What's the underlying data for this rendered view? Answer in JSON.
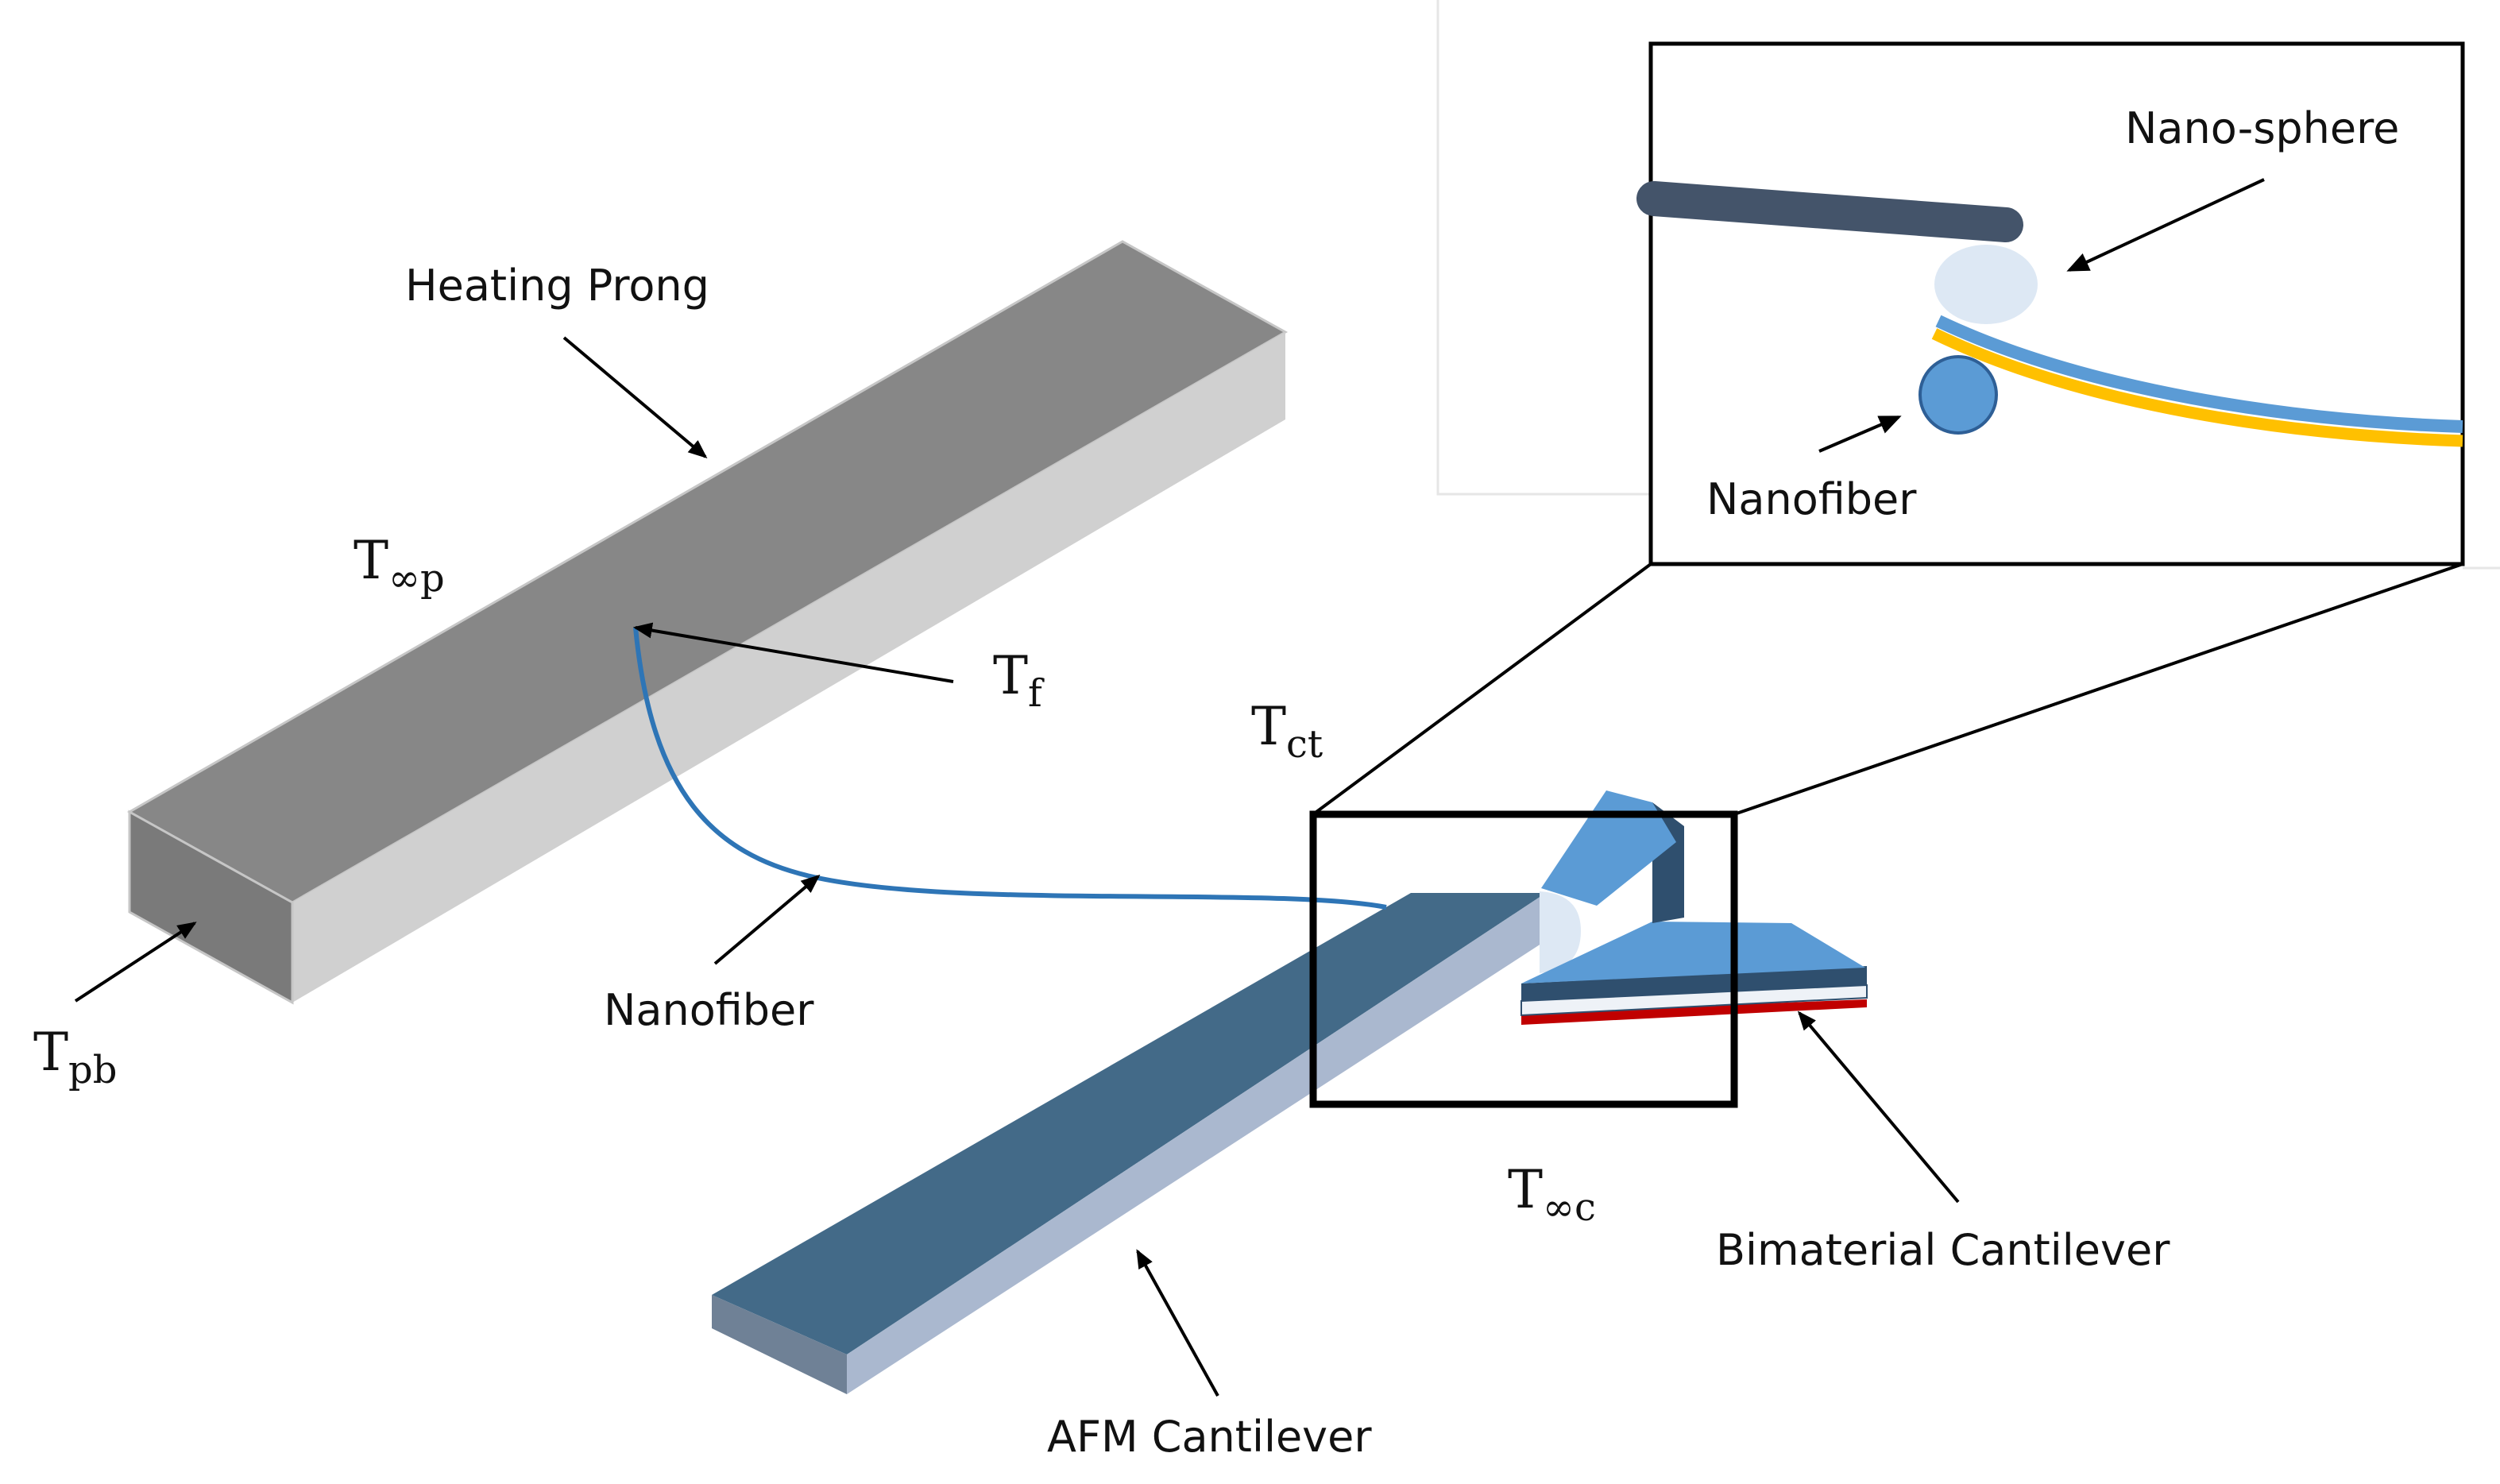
{
  "labels": {
    "heating_prong": "Heating Prong",
    "nanofiber_main": "Nanofiber",
    "afm_cantilever": "AFM Cantilever",
    "bimaterial_cantilever": "Bimaterial Cantilever",
    "nano_sphere": "Nano-sphere",
    "nanofiber_inset": "Nanofiber"
  },
  "symbols": {
    "t_inf_p": {
      "base": "T",
      "sub": "∞p"
    },
    "t_f": {
      "base": "T",
      "sub": "f"
    },
    "t_pb": {
      "base": "T",
      "sub": "pb"
    },
    "t_ct": {
      "base": "T",
      "sub": "ct"
    },
    "t_inf_c": {
      "base": "T",
      "sub": "∞c"
    }
  },
  "colors": {
    "prong_top": "#878787",
    "prong_front": "#d0d0d0",
    "prong_end": "#7a7a7a",
    "afm_top": "#436a88",
    "afm_side": "#aab8cf",
    "bimaterial_blue": "#5b9bd5",
    "bimaterial_dark": "#2f4f6e",
    "bimaterial_red": "#c00000",
    "nanofiber": "#2e75b6",
    "nano_sphere": "#dde8f4",
    "tip_rod": "#44546a",
    "gold_layer": "#ffc000"
  }
}
